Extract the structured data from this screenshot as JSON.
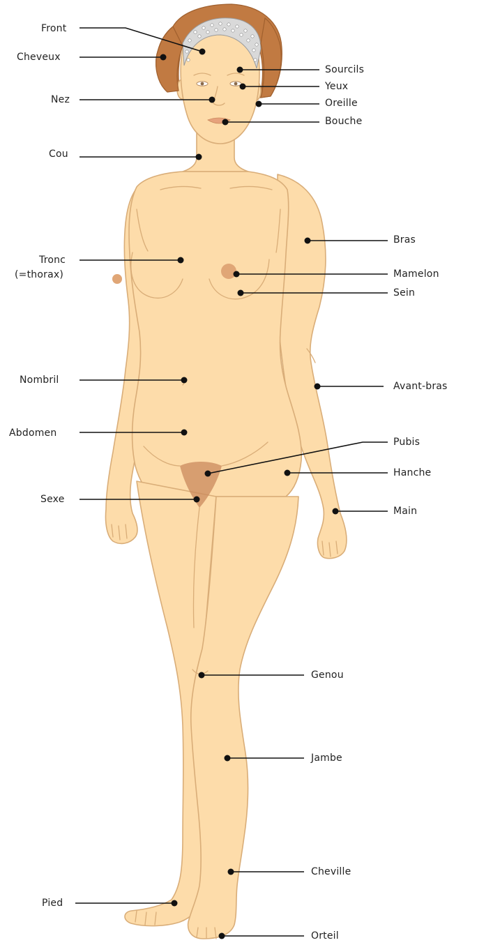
{
  "colors": {
    "background": "#ffffff",
    "skin": "#fddcaa",
    "skin_outline": "#d9ad78",
    "hair": "#c17a42",
    "hair_dark": "#a0602e",
    "headband": "#d9d9d9",
    "areola": "#e0a676",
    "pubic": "#c98a5c",
    "leader": "#111111",
    "text": "#222222"
  },
  "labels": {
    "front": "Front",
    "cheveux": "Cheveux",
    "nez": "Nez",
    "cou": "Cou",
    "tronc": "Tronc",
    "tronc_sub": "(=thorax)",
    "nombril": "Nombril",
    "abdomen": "Abdomen",
    "sexe": "Sexe",
    "pied": "Pied",
    "sourcils": "Sourcils",
    "yeux": "Yeux",
    "oreille": "Oreille",
    "bouche": "Bouche",
    "bras": "Bras",
    "mamelon": "Mamelon",
    "sein": "Sein",
    "avant_bras": "Avant-bras",
    "pubis": "Pubis",
    "hanche": "Hanche",
    "main": "Main",
    "genou": "Genou",
    "jambe": "Jambe",
    "cheville": "Cheville",
    "orteil": "Orteil"
  }
}
